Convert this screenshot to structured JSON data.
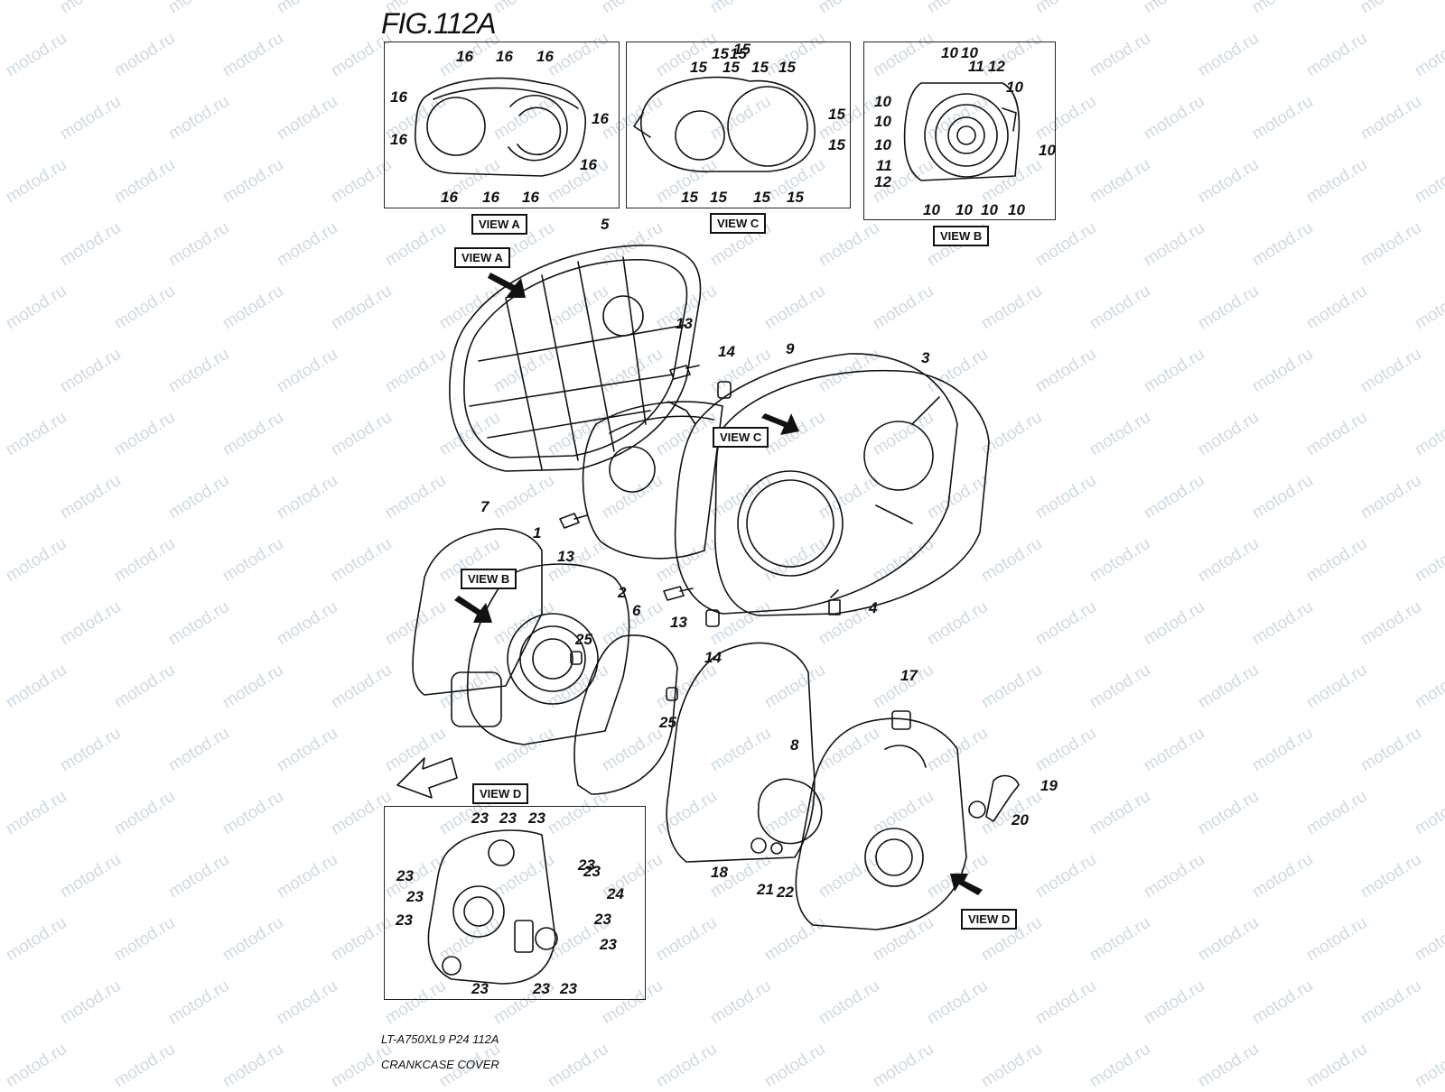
{
  "figure": {
    "title": "FIG.112A",
    "model_line": "LT-A750XL9  P24  112A",
    "caption": "CRANKCASE COVER"
  },
  "views": {
    "a": "VIEW A",
    "b": "VIEW B",
    "c": "VIEW C",
    "d": "VIEW D"
  },
  "direction_tag": "FWD",
  "watermark": "motod.ru",
  "callouts": {
    "inset_a": [
      "16",
      "16",
      "16",
      "16",
      "16",
      "16",
      "16",
      "16",
      "16",
      "16"
    ],
    "inset_c": [
      "15",
      "15",
      "15",
      "15",
      "15",
      "15",
      "15",
      "15",
      "15",
      "15",
      "15",
      "15",
      "15"
    ],
    "inset_b": [
      "10",
      "11",
      "12",
      "10",
      "10",
      "10",
      "10",
      "11",
      "12",
      "10",
      "10",
      "10",
      "10",
      "10",
      "10"
    ],
    "inset_d": [
      "23",
      "23",
      "23",
      "23",
      "23",
      "23",
      "23",
      "24",
      "23",
      "23",
      "23",
      "23",
      "23",
      "23"
    ],
    "main": [
      "5",
      "13",
      "14",
      "9",
      "3",
      "7",
      "1",
      "13",
      "2",
      "13",
      "4",
      "6",
      "25",
      "14",
      "25",
      "17",
      "8",
      "19",
      "20",
      "18",
      "21",
      "22"
    ]
  }
}
